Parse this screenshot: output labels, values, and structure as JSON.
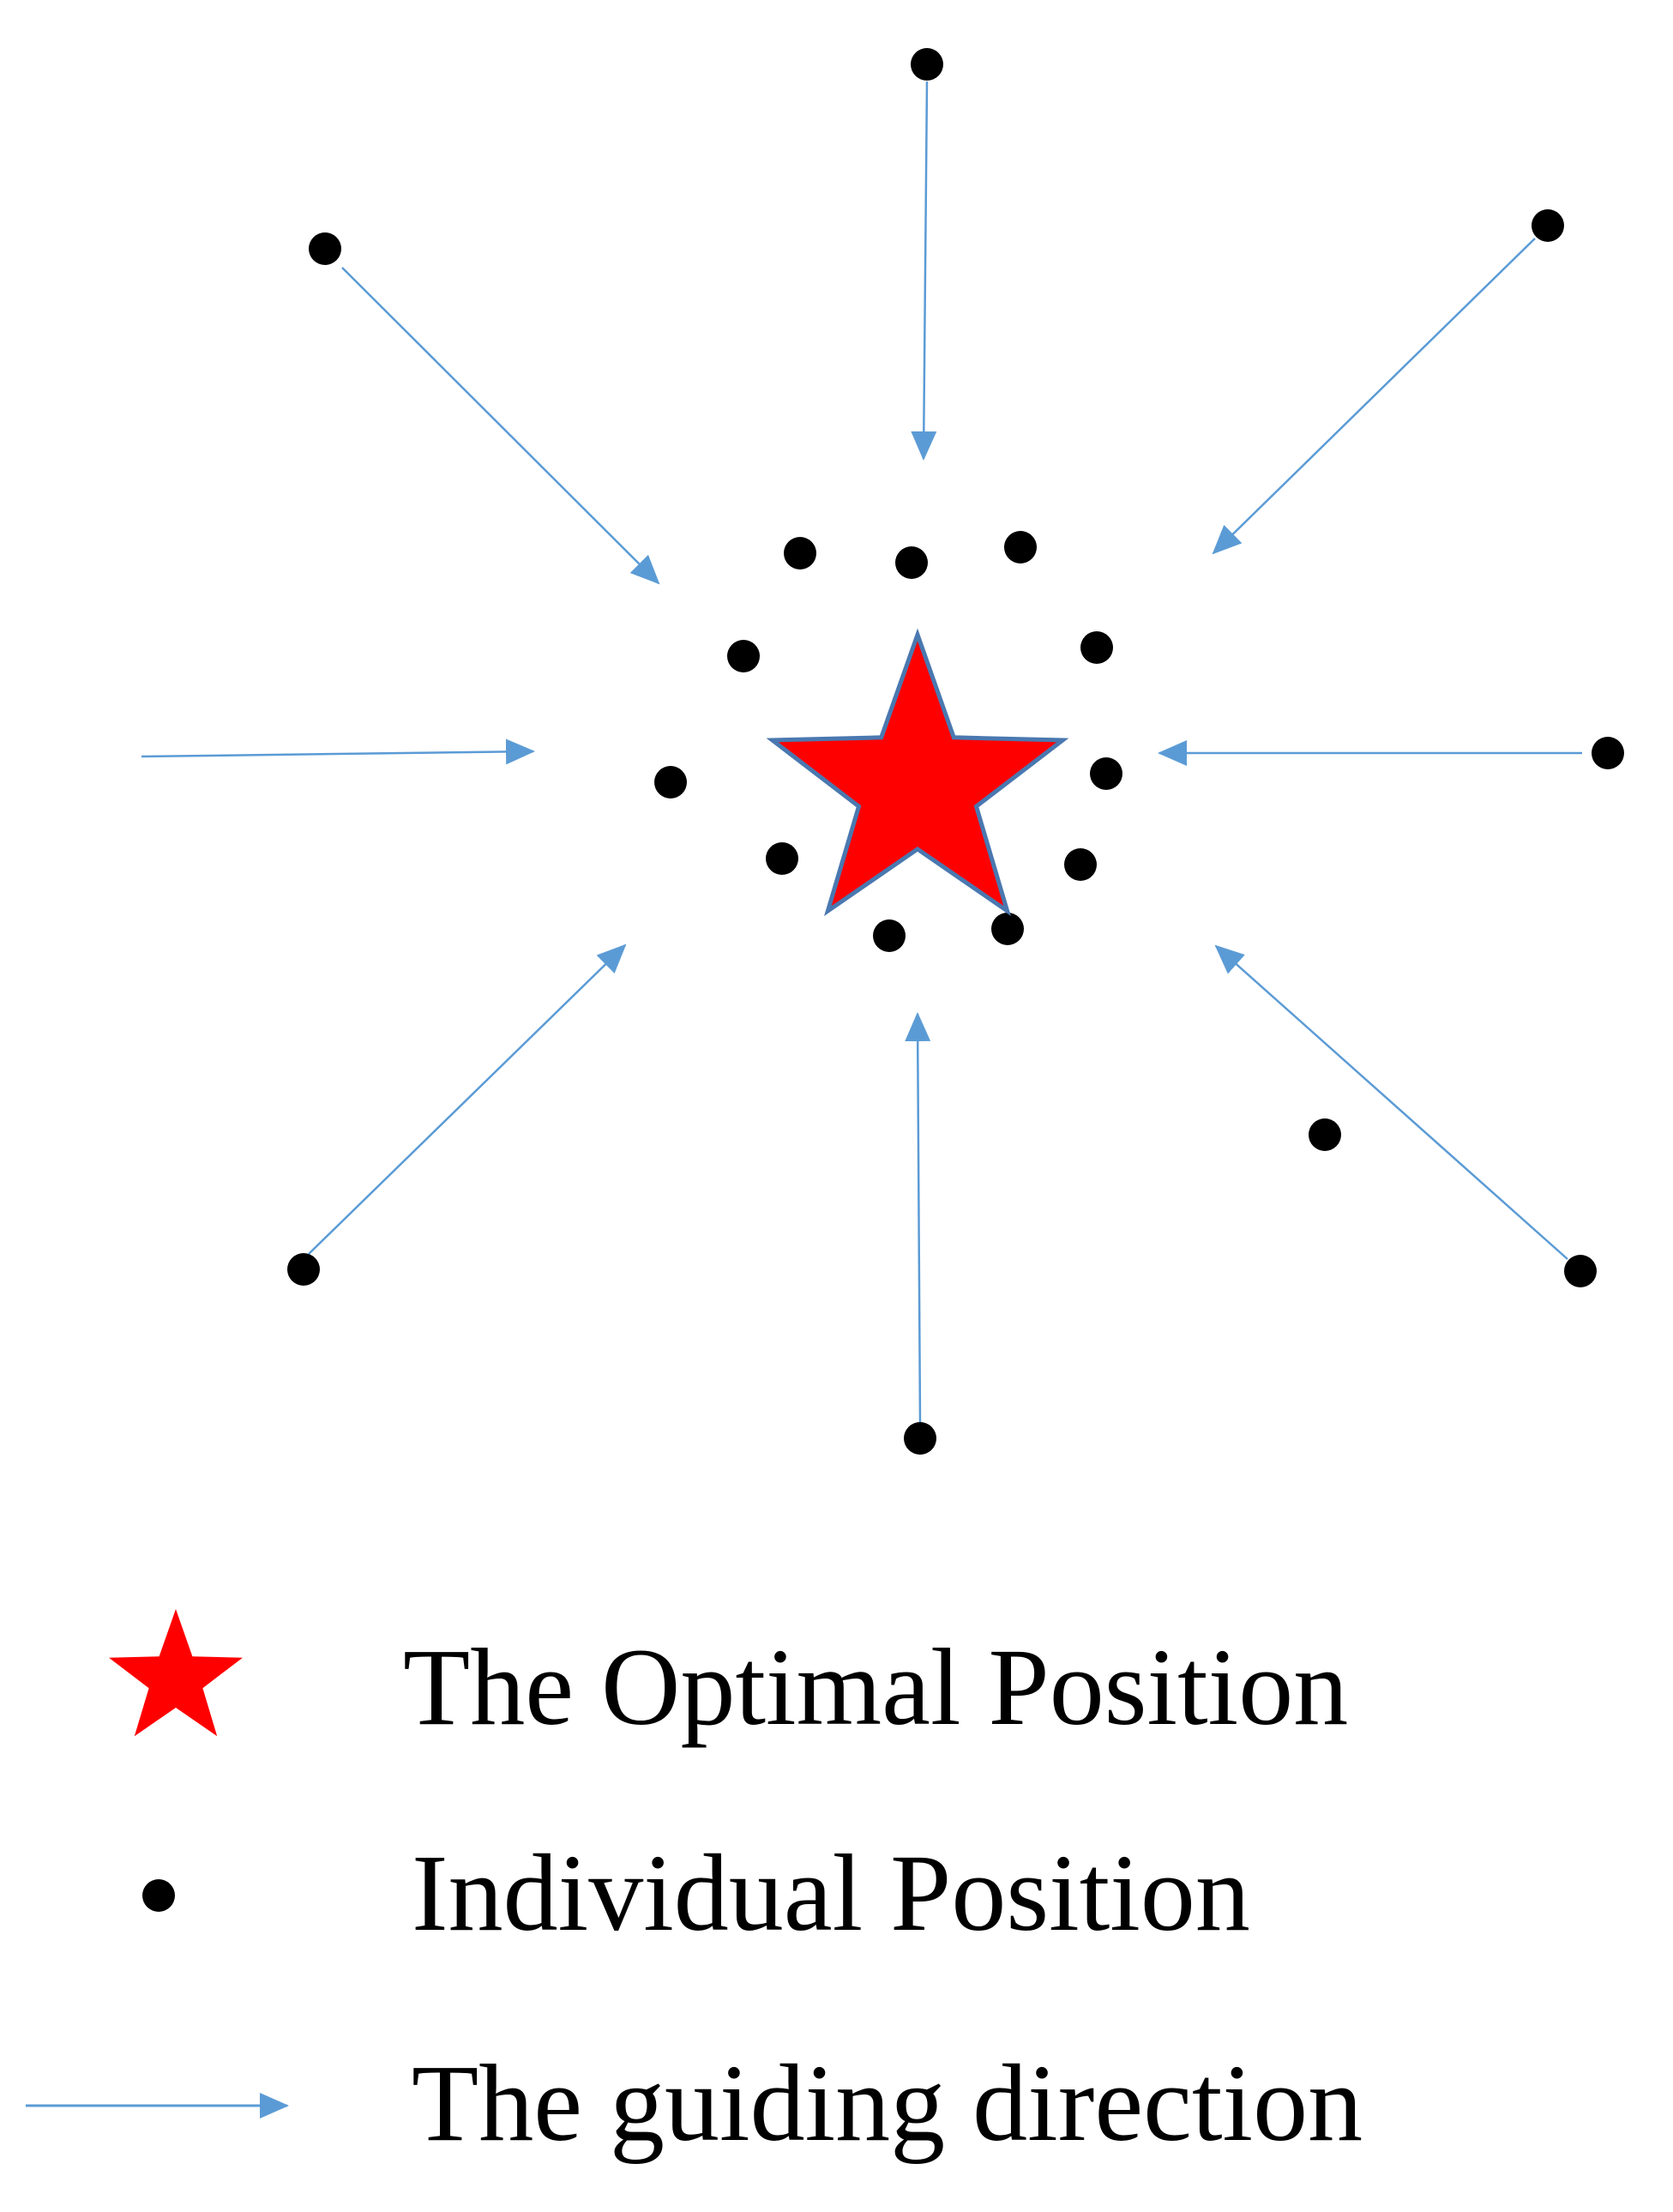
{
  "colors": {
    "optimal": "#ff0000",
    "optimal_stroke": "#4a78b0",
    "individual": "#000000",
    "arrow": "#5b9bd5",
    "text": "#000000",
    "background": "#ffffff"
  },
  "legend": {
    "optimal_label": "The Optimal Position",
    "individual_label": "Individual Position",
    "direction_label": "The guiding direction"
  },
  "icons": {
    "optimal": "star-icon",
    "individual": "dot-icon",
    "direction": "arrow-right-icon"
  }
}
